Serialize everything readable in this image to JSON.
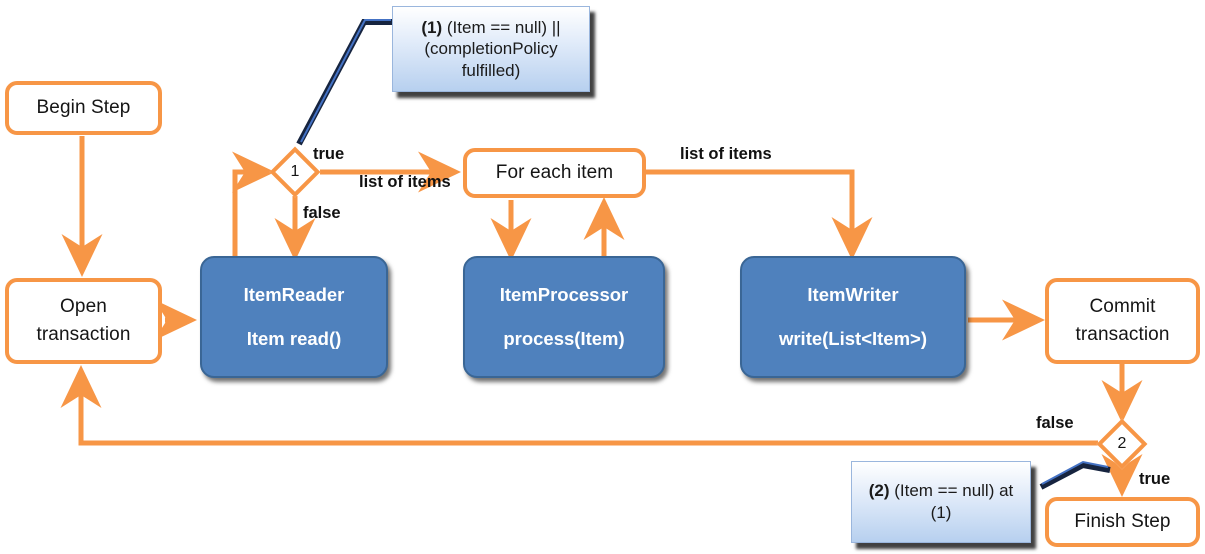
{
  "diagram": {
    "title": "Spring Batch chunk-oriented step processing flow",
    "colors": {
      "accent_orange": "#f79646",
      "component_blue": "#4f81bd",
      "component_border": "#3a6695",
      "note_blue": "#b7d0ef",
      "leader_navy": "#1f3864",
      "text_dark": "#151515",
      "background": "#ffffff"
    }
  },
  "nodes": {
    "begin_step": {
      "label": "Begin Step"
    },
    "open_transaction": {
      "line1": "Open",
      "line2": "transaction"
    },
    "item_reader": {
      "line1": "ItemReader",
      "line2": "Item read()"
    },
    "for_each_item": {
      "label": "For each item"
    },
    "item_processor": {
      "line1": "ItemProcessor",
      "line2": "process(Item)"
    },
    "item_writer": {
      "line1": "ItemWriter",
      "line2": "write(List<Item>)"
    },
    "commit_transaction": {
      "line1": "Commit",
      "line2": "transaction"
    },
    "finish_step": {
      "label": "Finish Step"
    },
    "decision_1": {
      "number": "1"
    },
    "decision_2": {
      "number": "2"
    }
  },
  "edge_labels": {
    "d1_true": "true",
    "d1_false": "false",
    "d1_list_of_items": "list of items",
    "writer_list_of_items": "list of items",
    "d2_false": "false",
    "d2_true": "true"
  },
  "notes": {
    "note_1": {
      "marker": "(1)",
      "text": " (Item == null) || (completionPolicy fulfilled)"
    },
    "note_2": {
      "marker": "(2)",
      "text": " (Item == null) at (1)"
    }
  }
}
